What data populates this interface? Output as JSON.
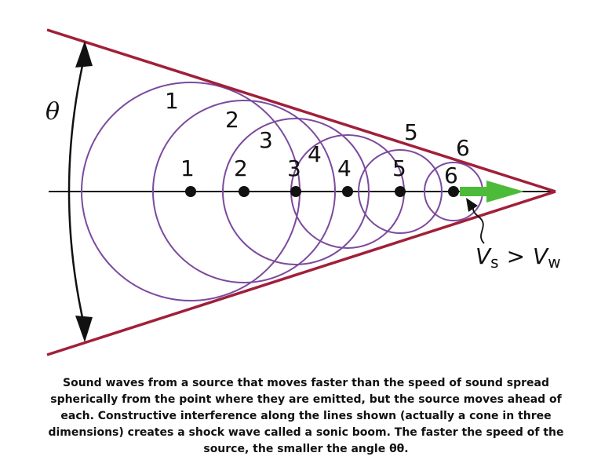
{
  "diagram": {
    "angle_label": "θ",
    "wave_labels": [
      "1",
      "2",
      "3",
      "4",
      "5",
      "6"
    ],
    "source_labels": [
      "1",
      "2",
      "3",
      "4",
      "5",
      "6"
    ],
    "velocity": {
      "vs_main": "V",
      "vs_sub": "s",
      "op": ">",
      "vw_main": "V",
      "vw_sub": "w"
    },
    "colors": {
      "cone": "#a0203a",
      "waves": "#7b4a9e",
      "velocity_arrow": "#4cbb3a"
    }
  },
  "caption": "Sound waves from a source that moves faster than the speed of sound spread spherically from the point where they are emitted, but the source moves ahead of each. Constructive interference along the lines shown (actually a cone in three dimensions) creates a shock wave called a sonic boom. The faster the speed of the source, the smaller the angle θθ."
}
